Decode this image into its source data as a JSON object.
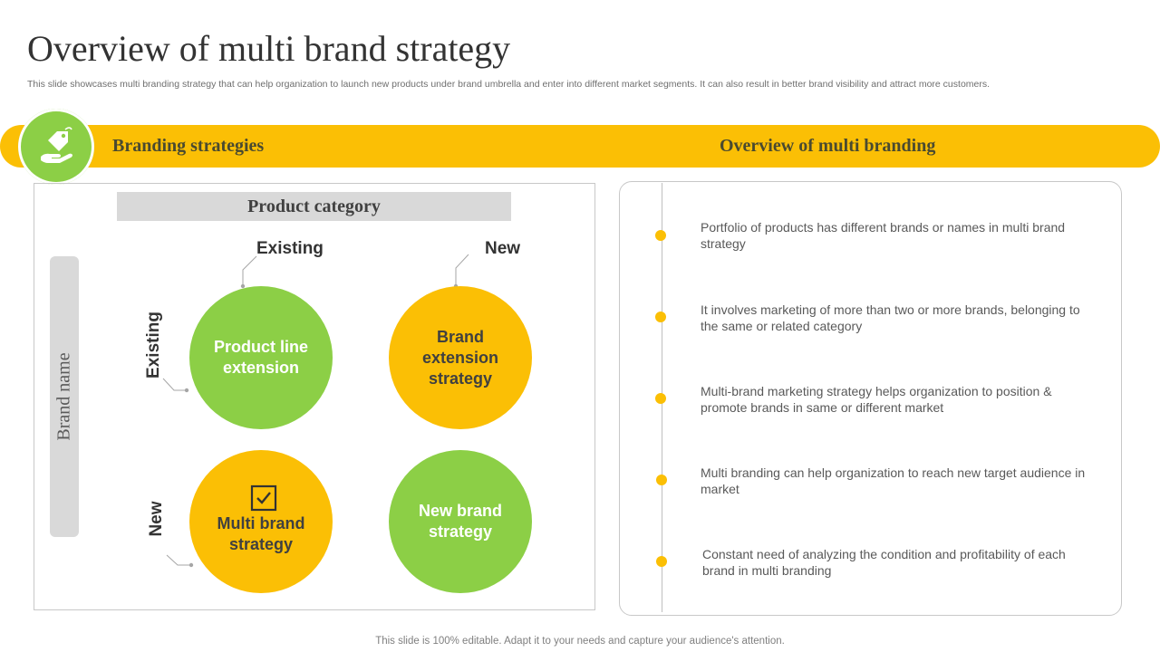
{
  "header": {
    "title": "Overview of multi brand strategy",
    "subtitle": "This slide showcases multi branding strategy that can help organization to launch new products under brand umbrella and enter into different market segments. It can also result in better brand visibility and attract more customers."
  },
  "band": {
    "left_heading": "Branding strategies",
    "right_heading": "Overview of multi branding",
    "icon": "hand-price-tag-icon"
  },
  "matrix": {
    "column_header": "Product category",
    "row_header": "Brand name",
    "columns": [
      "Existing",
      "New"
    ],
    "rows": [
      "Existing",
      "New"
    ],
    "cells": {
      "existing_existing": "Product line extension",
      "existing_new": "Brand extension strategy",
      "new_existing": "Multi brand strategy",
      "new_new": "New brand strategy"
    },
    "checkbox_icon": "checkbox-icon"
  },
  "overview_points": [
    "Portfolio of products has different brands or names in multi brand strategy",
    "It involves marketing of more than two or more brands, belonging to the same or related category",
    "Multi-brand marketing strategy helps organization to position & promote brands in same or different market",
    "Multi branding can help organization to reach new target audience in market",
    "Constant need of analyzing the condition and profitability of each brand in multi branding"
  ],
  "footer": {
    "note": "This slide is 100% editable. Adapt it to your needs and capture your audience's attention."
  },
  "colors": {
    "accent_yellow": "#fbbf05",
    "accent_green": "#8ccf46",
    "panel_gray": "#d9d9d9"
  }
}
